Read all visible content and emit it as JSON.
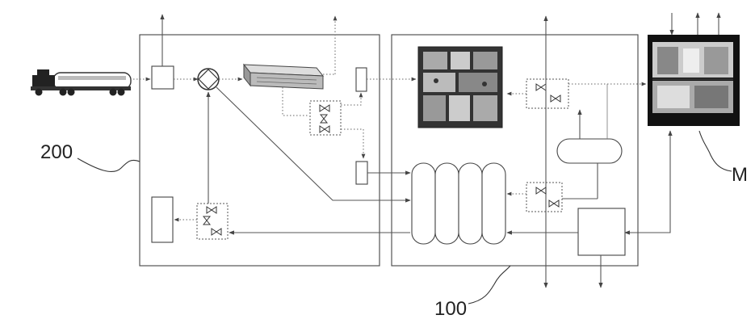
{
  "labels": {
    "plant_200": "200",
    "plant_100": "100",
    "module_m": "M"
  },
  "colors": {
    "line": "#555555",
    "text": "#222222",
    "background": "#ffffff"
  }
}
